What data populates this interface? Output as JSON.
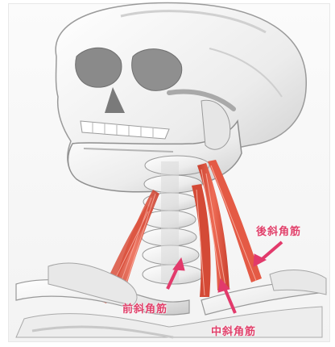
{
  "labels": {
    "posterior_scalene": "後斜角筋",
    "anterior_scalene": "前斜角筋",
    "middle_scalene": "中斜角筋"
  },
  "colors": {
    "bone": "#f0f0f0",
    "bone_shadow": "#b8b8b8",
    "muscle": "#e0533f",
    "label": "#e0406a",
    "arrow": "#e23a6b"
  }
}
